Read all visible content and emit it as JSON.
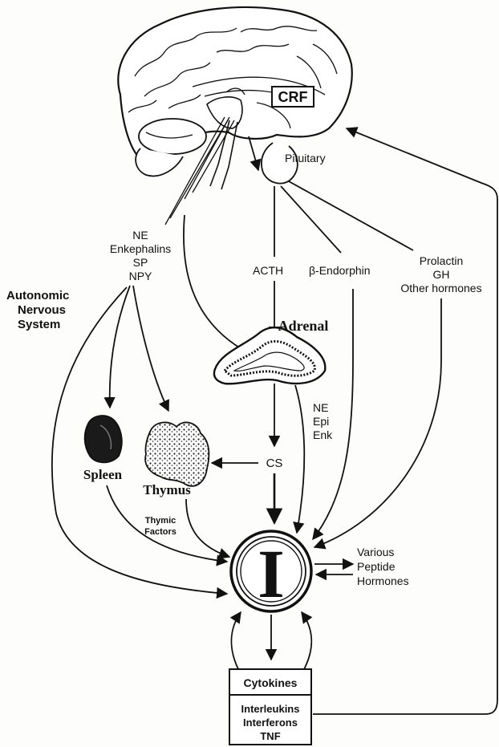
{
  "brain": {
    "crf": "CRF",
    "pituitary": "Pituitary"
  },
  "ans": {
    "title": [
      "Autonomic",
      "Nervous",
      "System"
    ],
    "signals": [
      "NE",
      "Enkephalins",
      "SP",
      "NPY"
    ]
  },
  "pituitary_outputs": {
    "acth": "ACTH",
    "endorphin": "β-Endorphin",
    "other": [
      "Prolactin",
      "GH",
      "Other hormones"
    ]
  },
  "adrenal": {
    "label": "Adrenal",
    "medulla_outputs": [
      "NE",
      "Epi",
      "Enk"
    ],
    "cs": "CS"
  },
  "organs": {
    "spleen": "Spleen",
    "thymus": "Thymus",
    "thymic_factors": [
      "Thymic",
      "Factors"
    ]
  },
  "immune": {
    "symbol": "I"
  },
  "peptides": [
    "Various",
    "Peptide",
    "Hormones"
  ],
  "cytokines": {
    "header": "Cytokines",
    "items": [
      "Interleukins",
      "Interferons",
      "TNF"
    ]
  }
}
